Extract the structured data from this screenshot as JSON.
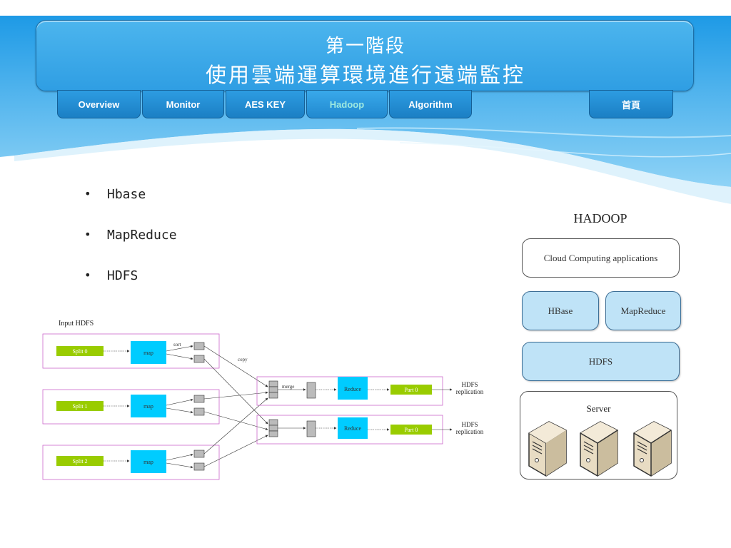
{
  "header": {
    "title_line1": "第一階段",
    "title_line2": "使用雲端運算環境進行遠端監控"
  },
  "nav": {
    "items": [
      {
        "label": "Overview"
      },
      {
        "label": "Monitor"
      },
      {
        "label": "AES KEY"
      },
      {
        "label": "Hadoop",
        "active": true
      },
      {
        "label": "Algorithm"
      }
    ],
    "home_label": "首頁"
  },
  "bullets": [
    {
      "marker": "•",
      "text": "Hbase"
    },
    {
      "marker": "•",
      "text": "MapReduce"
    },
    {
      "marker": "•",
      "text": "HDFS"
    }
  ],
  "diagram": {
    "input_label": "Input HDFS",
    "splits": [
      "Split 0",
      "Split 1",
      "Split 2"
    ],
    "map_label": "map",
    "sort_label": "sort",
    "copy_label": "copy",
    "merge_label": "merge",
    "reduce_label": "Reduce",
    "part_label": "Part 0",
    "output_line1": "HDFS",
    "output_line2": "replication",
    "colors": {
      "split": "#99cc00",
      "map": "#00ccff",
      "box_border": "#cc66cc"
    }
  },
  "hadoop_stack": {
    "title": "HADOOP",
    "apps": "Cloud Computing applications",
    "hbase": "HBase",
    "mapreduce": "MapReduce",
    "hdfs": "HDFS",
    "server": "Server"
  }
}
